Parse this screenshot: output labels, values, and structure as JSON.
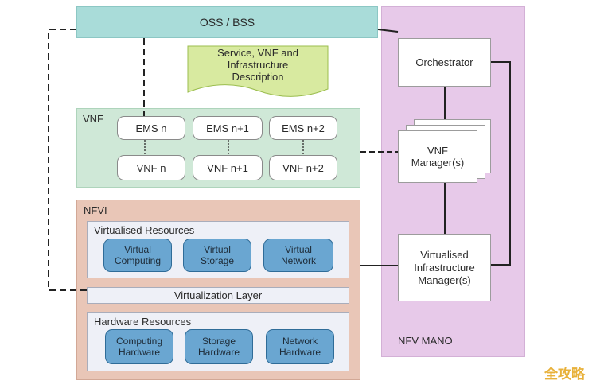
{
  "oss": {
    "label": "OSS / BSS"
  },
  "description": {
    "lines": [
      "Service, VNF and",
      "Infrastructure",
      "Description"
    ]
  },
  "vnf": {
    "title": "VNF",
    "ems": [
      "EMS n",
      "EMS n+1",
      "EMS n+2"
    ],
    "vnfs": [
      "VNF n",
      "VNF n+1",
      "VNF n+2"
    ]
  },
  "nfvi": {
    "title": "NFVI",
    "virtualised": {
      "title": "Virtualised Resources",
      "items": [
        {
          "line1": "Virtual",
          "line2": "Computing"
        },
        {
          "line1": "Virtual",
          "line2": "Storage"
        },
        {
          "line1": "Virtual",
          "line2": "Network"
        }
      ]
    },
    "virtualization_layer": "Virtualization Layer",
    "hardware": {
      "title": "Hardware Resources",
      "items": [
        {
          "line1": "Computing",
          "line2": "Hardware"
        },
        {
          "line1": "Storage",
          "line2": "Hardware"
        },
        {
          "line1": "Network",
          "line2": "Hardware"
        }
      ]
    }
  },
  "mano": {
    "title": "NFV MANO",
    "orchestrator": "Orchestrator",
    "vnf_manager": {
      "line1": "VNF",
      "line2": "Manager(s)"
    },
    "vim": {
      "line1": "Virtualised",
      "line2": "Infrastructure",
      "line3": "Manager(s)"
    }
  },
  "watermark": "全攻略",
  "colors": {
    "oss_fill": "#a9dcd9",
    "vnf_fill": "#cfe8d7",
    "nfvi_fill": "#e9c6b7",
    "mano_fill": "#e7c9e9",
    "description_fill": "#d8eaa0",
    "resource_fill": "#6aa6d1",
    "watermark": "#e8b13a"
  }
}
